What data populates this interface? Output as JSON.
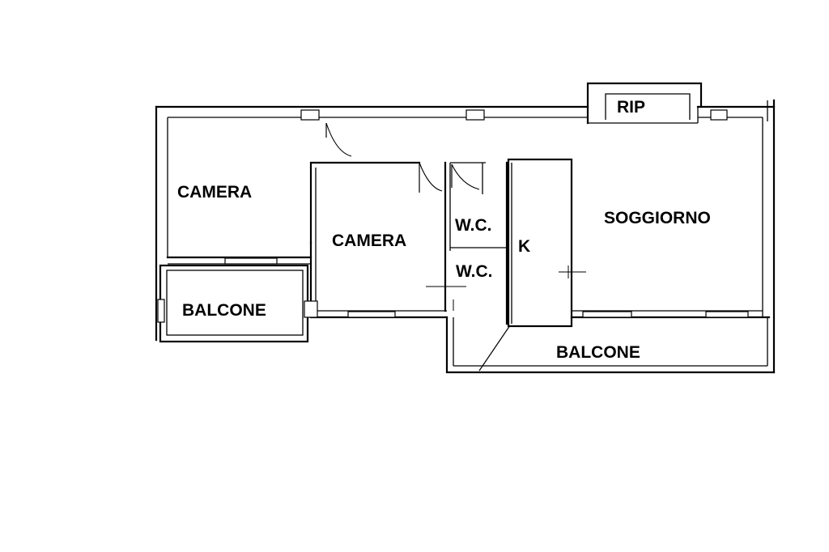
{
  "rooms": {
    "camera_1": "CAMERA",
    "camera_2": "CAMERA",
    "wc_1": "W.C.",
    "wc_2": "W.C.",
    "kitchen": "K",
    "soggiorno": "SOGGIORNO",
    "rip": "RIP",
    "balcone_1": "BALCONE",
    "balcone_2": "BALCONE"
  },
  "colors": {
    "background": "#ffffff",
    "walls": "#000000"
  }
}
